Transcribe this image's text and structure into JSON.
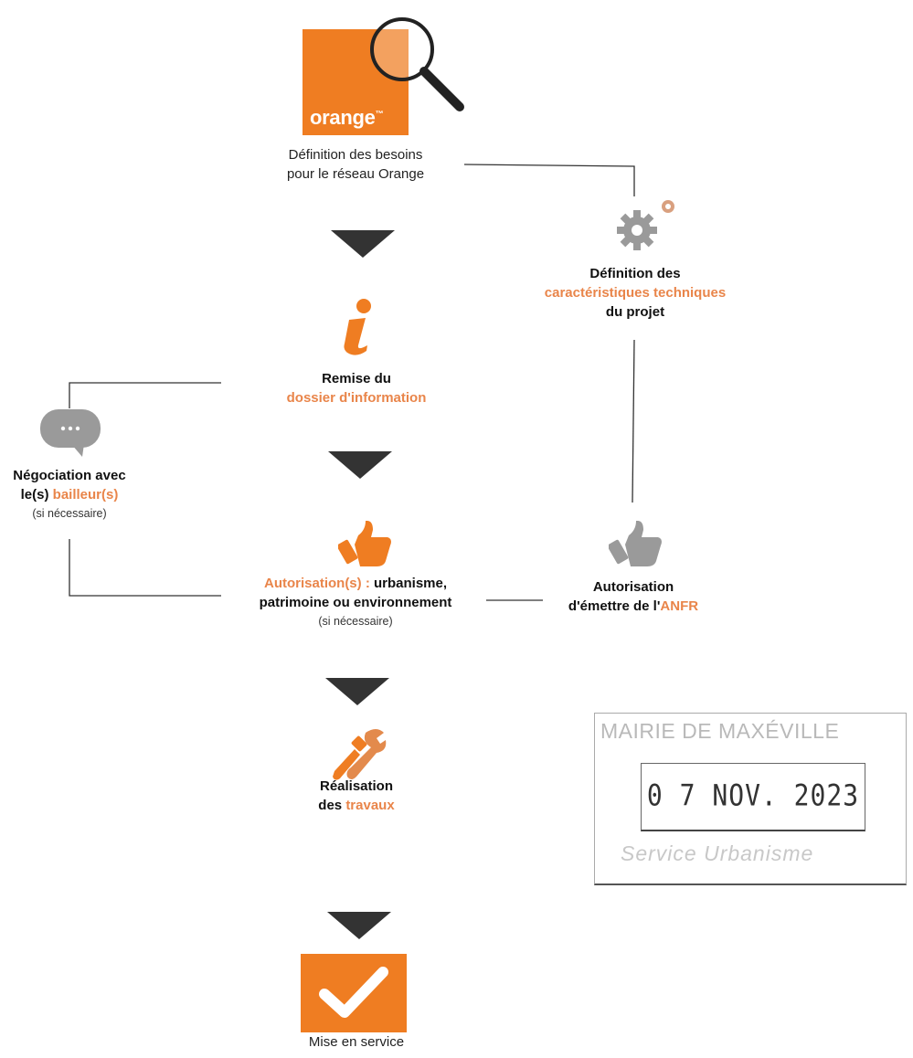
{
  "logo": {
    "text": "orange",
    "tm": "™"
  },
  "steps": {
    "besoins": {
      "line1": "Définition des besoins",
      "line2": "pour le réseau Orange"
    },
    "caracteristiques": {
      "line1": "Définition des",
      "line2": "caractéristiques techniques",
      "line3": "du projet"
    },
    "remise": {
      "line1": "Remise du",
      "line2": "dossier d'information"
    },
    "negociation": {
      "line1": "Négociation avec",
      "line2a": "le(s) ",
      "line2b": "bailleur(s)",
      "line3": "(si nécessaire)"
    },
    "autorisations": {
      "line1a": "Autorisation(s) : ",
      "line1b": "urbanisme,",
      "line2": "patrimoine ou environnement",
      "line3": "(si nécessaire)"
    },
    "anfr": {
      "line1": "Autorisation",
      "line2a": "d'émettre de l'",
      "line2b": "ANFR"
    },
    "realisation": {
      "line1": "Réalisation",
      "line2a": "des ",
      "line2b": "travaux"
    },
    "mise": {
      "line1": "Mise en service"
    }
  },
  "stamp": {
    "top": "MAIRIE DE MAXÉVILLE",
    "date": "0 7 NOV. 2023",
    "bottom": "Service Urbanisme"
  },
  "colors": {
    "orange": "#ef7d22",
    "light_orange": "#e9854a",
    "gray_icon": "#9a9a9a",
    "arrow": "#333333"
  }
}
